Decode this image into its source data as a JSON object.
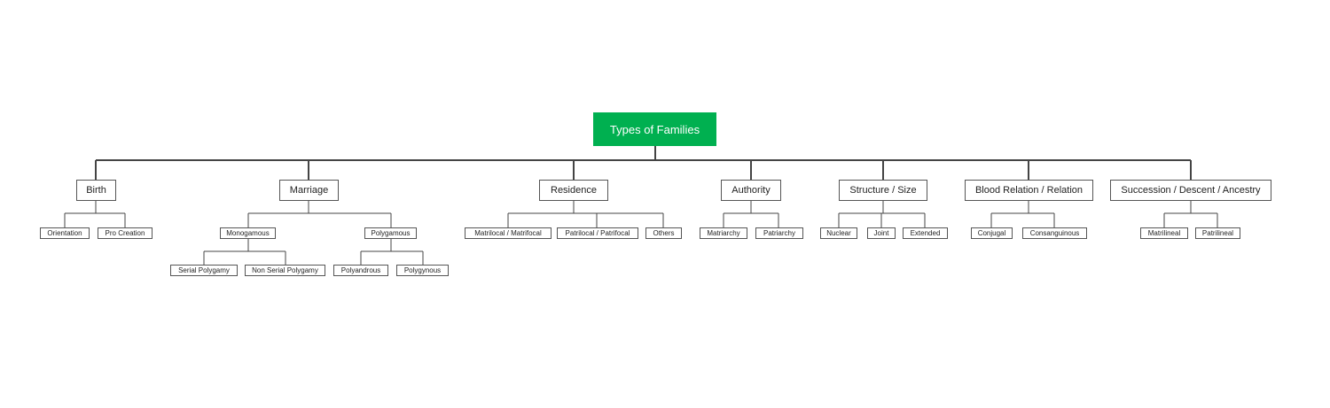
{
  "colors": {
    "root_fill": "#00b050",
    "root_text": "#ffffff",
    "connector": "#444444",
    "box_border": "#555555"
  },
  "root": {
    "label": "Types of Families"
  },
  "categories": [
    {
      "label": "Birth",
      "children": [
        {
          "label": "Orientation"
        },
        {
          "label": "Pro Creation"
        }
      ]
    },
    {
      "label": "Marriage",
      "children": [
        {
          "label": "Monogamous",
          "children": [
            {
              "label": "Serial Polygamy"
            },
            {
              "label": "Non Serial Polygamy"
            }
          ]
        },
        {
          "label": "Polygamous",
          "children": [
            {
              "label": "Polyandrous"
            },
            {
              "label": "Polygynous"
            }
          ]
        }
      ]
    },
    {
      "label": "Residence",
      "children": [
        {
          "label": "Matrilocal / Matrifocal"
        },
        {
          "label": "Patrilocal / Patrifocal"
        },
        {
          "label": "Others"
        }
      ]
    },
    {
      "label": "Authority",
      "children": [
        {
          "label": "Matriarchy"
        },
        {
          "label": "Patriarchy"
        }
      ]
    },
    {
      "label": "Structure / Size",
      "children": [
        {
          "label": "Nuclear"
        },
        {
          "label": "Joint"
        },
        {
          "label": "Extended"
        }
      ]
    },
    {
      "label": "Blood Relation / Relation",
      "children": [
        {
          "label": "Conjugal"
        },
        {
          "label": "Consanguinous"
        }
      ]
    },
    {
      "label": "Succession / Descent / Ancestry",
      "children": [
        {
          "label": "Matrilineal"
        },
        {
          "label": "Patrilineal"
        }
      ]
    }
  ]
}
